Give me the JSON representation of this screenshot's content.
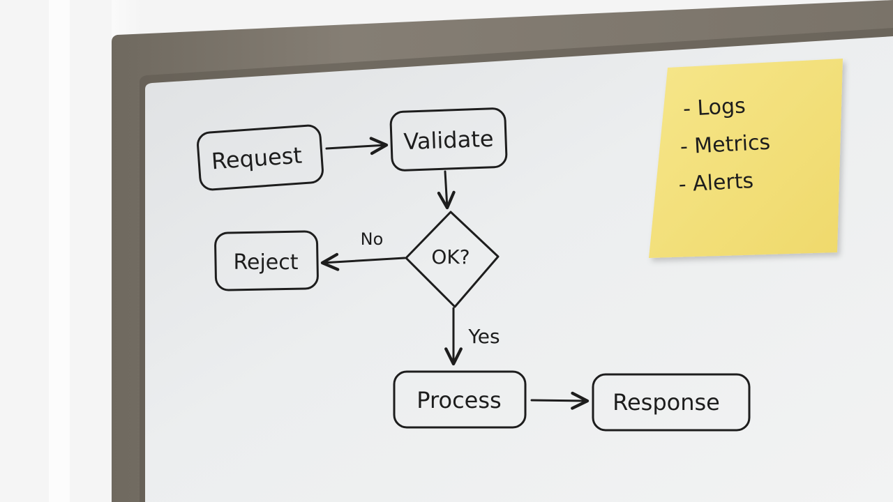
{
  "flowchart": {
    "nodes": {
      "request": "Request",
      "validate": "Validate",
      "decision": "OK?",
      "reject": "Reject",
      "process": "Process",
      "response": "Response"
    },
    "edge_labels": {
      "no": "No",
      "yes": "Yes"
    }
  },
  "sticky_note": {
    "items": [
      "- Logs",
      "- Metrics",
      "- Alerts"
    ]
  },
  "colors": {
    "frame": "#7d766d",
    "board": "#e9ebec",
    "ink": "#1d1d1d",
    "note": "#f3e07a"
  }
}
